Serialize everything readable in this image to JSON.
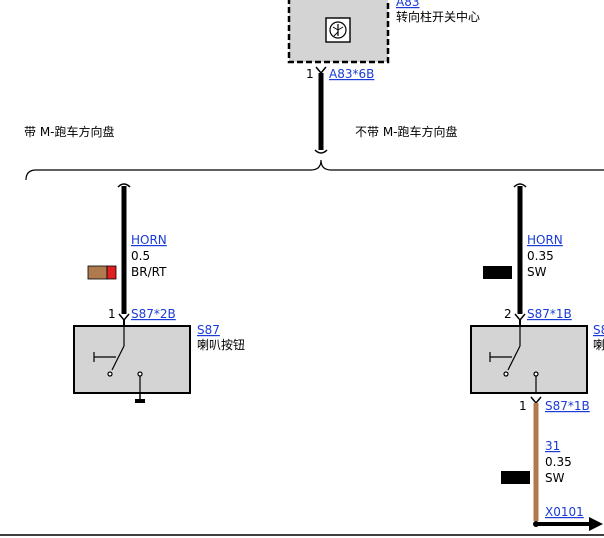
{
  "colors": {
    "link": "#1a3bd6",
    "component_fill": "#d4d4d4",
    "brown": "#b07a4f",
    "red": "#e02020",
    "black": "#000000"
  },
  "module_a83": {
    "id": "A83",
    "name": "转向柱开关中心",
    "pin": "1",
    "connector": "A83*6B",
    "icon": "transistor-symbol-icon"
  },
  "branches": {
    "left_label": "带 M-跑车方向盘",
    "right_label": "不带 M-跑车方向盘"
  },
  "left_circuit": {
    "wire_name": "HORN",
    "wire_size": "0.5",
    "wire_color": "BR/RT",
    "pin": "1",
    "connector": "S87*2B",
    "component_id": "S87",
    "component_name": "喇叭按钮",
    "swatch": [
      "#b07a4f",
      "#e02020"
    ]
  },
  "right_circuit": {
    "wire_name": "HORN",
    "wire_size": "0.35",
    "wire_color": "SW",
    "pin_top": "2",
    "connector_top": "S87*1B",
    "component_id": "S8",
    "component_name": "喇",
    "pin_bottom": "1",
    "connector_bottom": "S87*1B",
    "ground_wire_name": "31",
    "ground_wire_size": "0.35",
    "ground_wire_color": "SW",
    "ground_connector": "X0101",
    "swatch": [
      "#000000"
    ]
  }
}
